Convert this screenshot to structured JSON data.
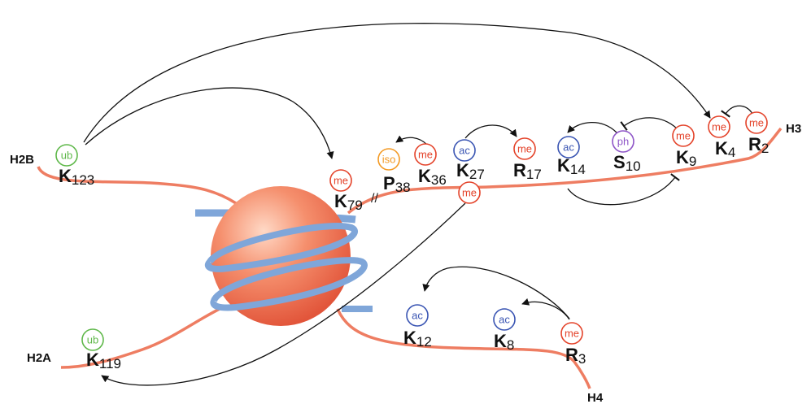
{
  "colors": {
    "tail": "#ee7d62",
    "dna": "#7fa6d9",
    "me": "#e4432a",
    "ac": "#3a55b3",
    "ph": "#8e55c7",
    "iso": "#f39a25",
    "ub": "#5fb84a"
  },
  "tails": {
    "h2b": "H2B",
    "h3": "H3",
    "h2a": "H2A",
    "h4": "H4"
  },
  "sites": {
    "h2b_k123": {
      "letter": "K",
      "number": "123",
      "mark": "ub"
    },
    "h2a_k119": {
      "letter": "K",
      "number": "119",
      "mark": "ub"
    },
    "h3_k79": {
      "letter": "K",
      "number": "79",
      "mark": "me"
    },
    "h3_p38": {
      "letter": "P",
      "number": "38",
      "mark": "iso"
    },
    "h3_k36": {
      "letter": "K",
      "number": "36",
      "mark": "me"
    },
    "h3_k27": {
      "letter": "K",
      "number": "27",
      "mark": "ac"
    },
    "h3_r17": {
      "letter": "R",
      "number": "17",
      "mark": "me"
    },
    "h3_k14": {
      "letter": "K",
      "number": "14",
      "mark": "ac"
    },
    "h3_s10": {
      "letter": "S",
      "number": "10",
      "mark": "ph"
    },
    "h3_k9": {
      "letter": "K",
      "number": "9",
      "mark": "me"
    },
    "h3_k4": {
      "letter": "K",
      "number": "4",
      "mark": "me"
    },
    "h3_r2": {
      "letter": "R",
      "number": "2",
      "mark": "me"
    },
    "h4_k12": {
      "letter": "K",
      "number": "12",
      "mark": "ac"
    },
    "h4_k8": {
      "letter": "K",
      "number": "8",
      "mark": "ac"
    },
    "h4_r3": {
      "letter": "R",
      "number": "3",
      "mark": "me"
    }
  },
  "extra_marks": {
    "h3_k27_alt": "me"
  },
  "separator": "//"
}
